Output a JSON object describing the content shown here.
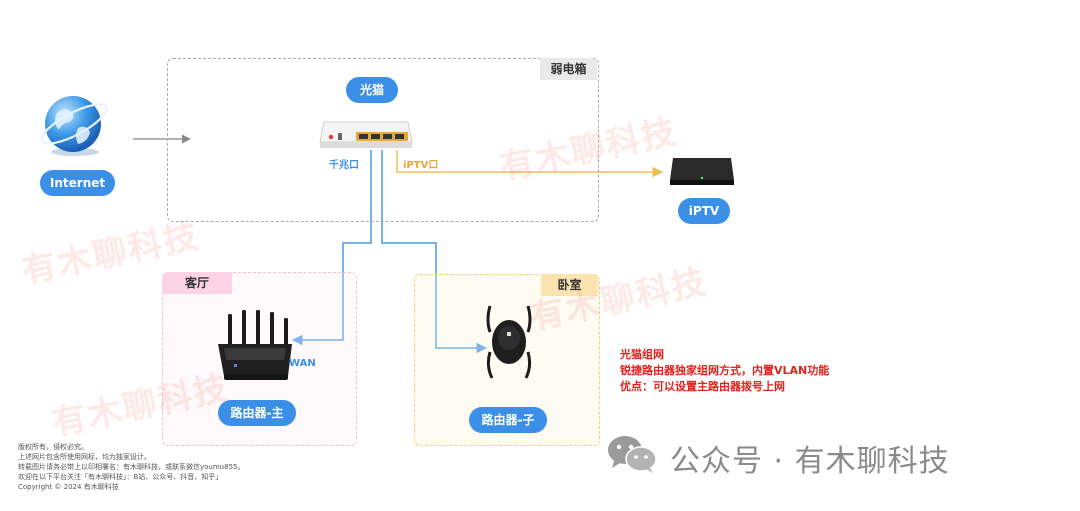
{
  "nodes": {
    "internet": "Internet",
    "modem": "光猫",
    "iptv": "iPTV",
    "main_router": "路由器-主",
    "sub_router": "路由器-子"
  },
  "zones": {
    "cabinet": "弱电箱",
    "living_room": "客厅",
    "bedroom": "卧室"
  },
  "ports": {
    "gigabit": "千兆口",
    "iptv_port": "iPTV口",
    "wan": "WAN"
  },
  "notes": {
    "title": "光猫组网",
    "line1": "锐捷路由器独家组网方式，内置VLAN功能",
    "line2": "优点：可以设置主路由器拨号上网"
  },
  "watermark_text": "有木聊科技",
  "footer_text": "公众号 · 有木聊科技",
  "copyright": [
    "版权所有，侵权必究。",
    "上述网片包含所使用网标，均为独家设计。",
    "转载图片请务必带上以印相署名：有木聊科技，或联系微信youmu855。",
    "欢迎在以下平台关注「有木聊科技」：B站、公众号、抖音、知乎」",
    "Copyright © 2024 有木聊科技"
  ],
  "colors": {
    "accent_blue": "#3b8fe6",
    "iptv_line": "#f0bd55",
    "living_zone": "#fde3ef",
    "bedroom_zone": "#fdf0d2",
    "note_red": "#e0231c"
  }
}
